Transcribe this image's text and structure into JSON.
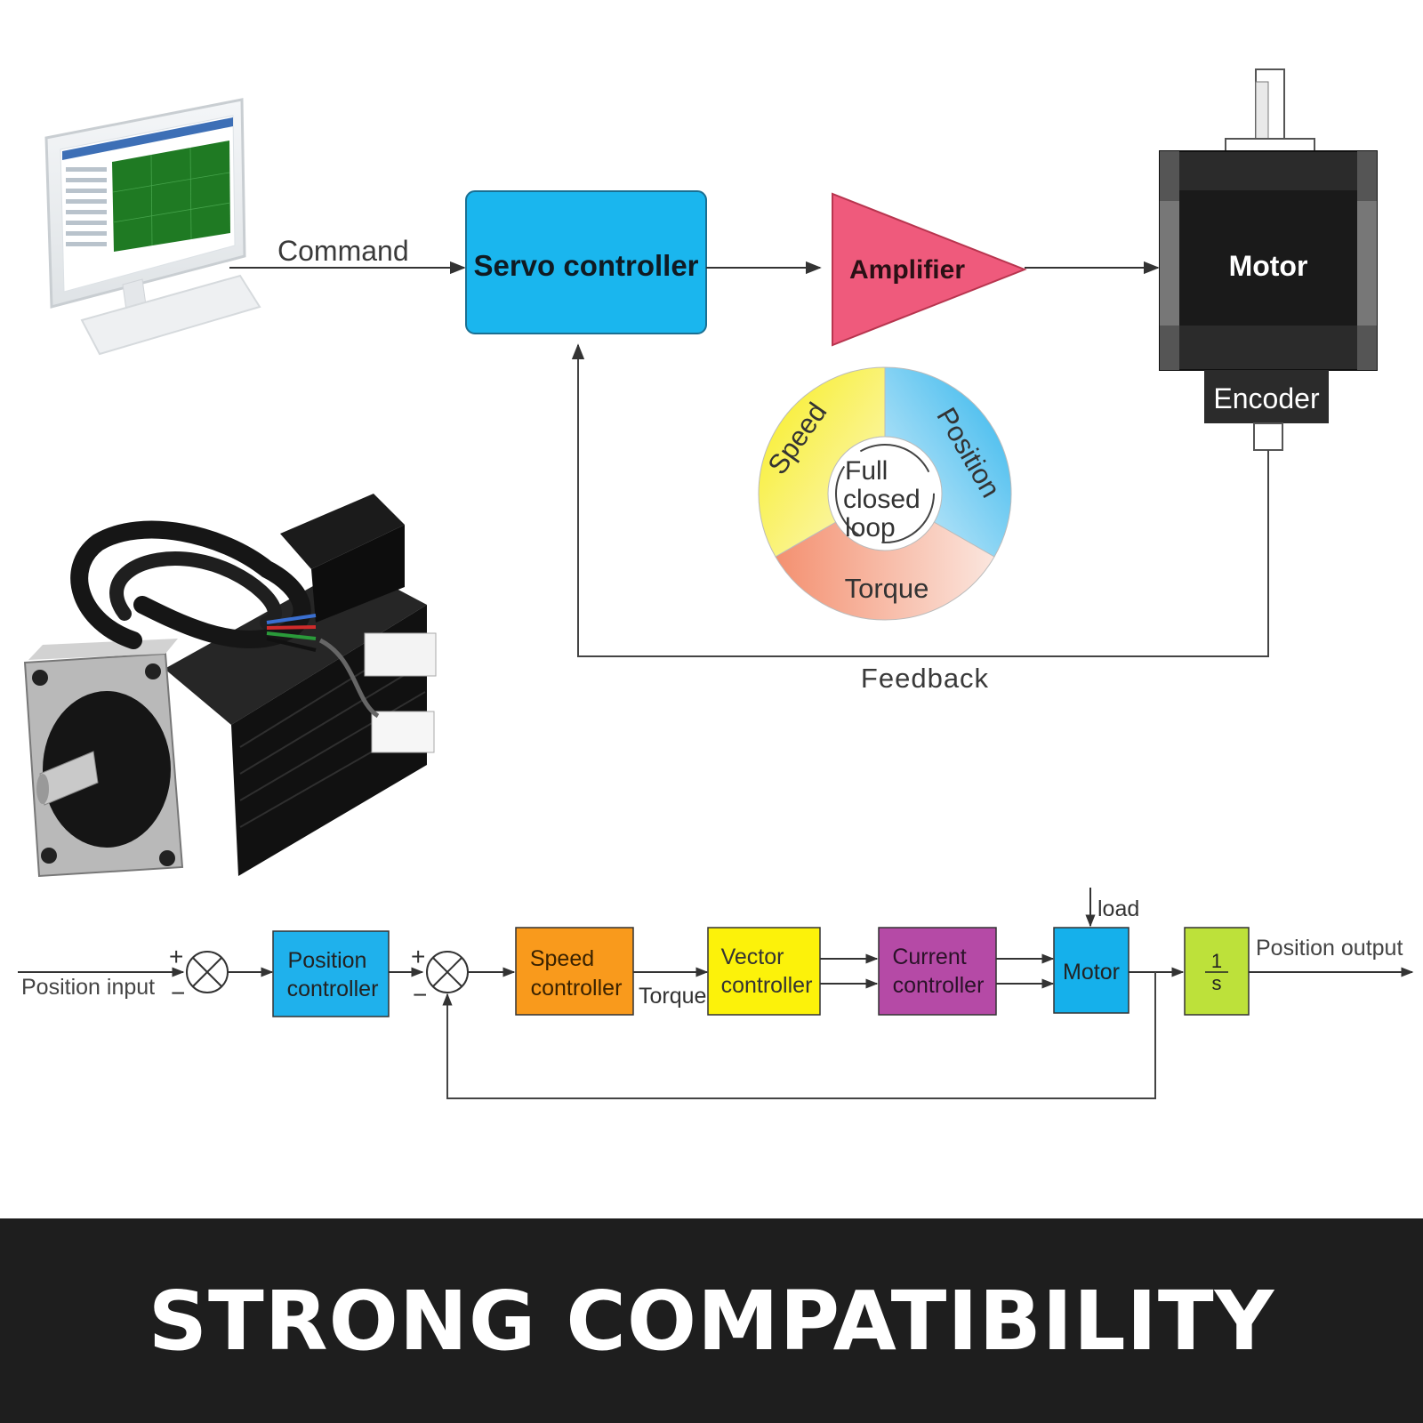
{
  "top": {
    "command_label": "Command",
    "servo_label": "Servo controller",
    "amplifier_label": "Amplifier",
    "motor_label": "Motor",
    "encoder_label": "Encoder",
    "feedback_label": "Feedback",
    "loop": {
      "speed": "Speed",
      "position": "Position",
      "torque": "Torque",
      "center_line1": "Full",
      "center_line2": "closed",
      "center_line3": "loop"
    }
  },
  "bottom": {
    "position_input": "Position input",
    "position_controller_1": "Position",
    "position_controller_2": "controller",
    "speed_controller_1": "Speed",
    "speed_controller_2": "controller",
    "torque_label": "Torque",
    "vector_controller_1": "Vector",
    "vector_controller_2": "controller",
    "current_controller_1": "Current",
    "current_controller_2": "controller",
    "motor_label": "Motor",
    "load_label": "load",
    "integrator_num": "1",
    "integrator_den": "s",
    "position_output": "Position output",
    "plus": "+",
    "minus": "−"
  },
  "banner": {
    "title": "STRONG COMPATIBILITY"
  },
  "colors": {
    "servo": "#1ab6ee",
    "amplifier": "#ef5a7c",
    "motor_body": "#2b2b2b",
    "speed_seg": "#f5ec2a",
    "position_seg": "#36b6ee",
    "torque_seg": "#f5a07e",
    "position_controller": "#1fb1ec",
    "speed_controller": "#f99a1c",
    "vector_controller": "#fcf20a",
    "current_controller": "#b54aa6",
    "motor_block": "#15b0eb",
    "integrator": "#bde13a",
    "banner_bg": "#1e1e1e"
  }
}
